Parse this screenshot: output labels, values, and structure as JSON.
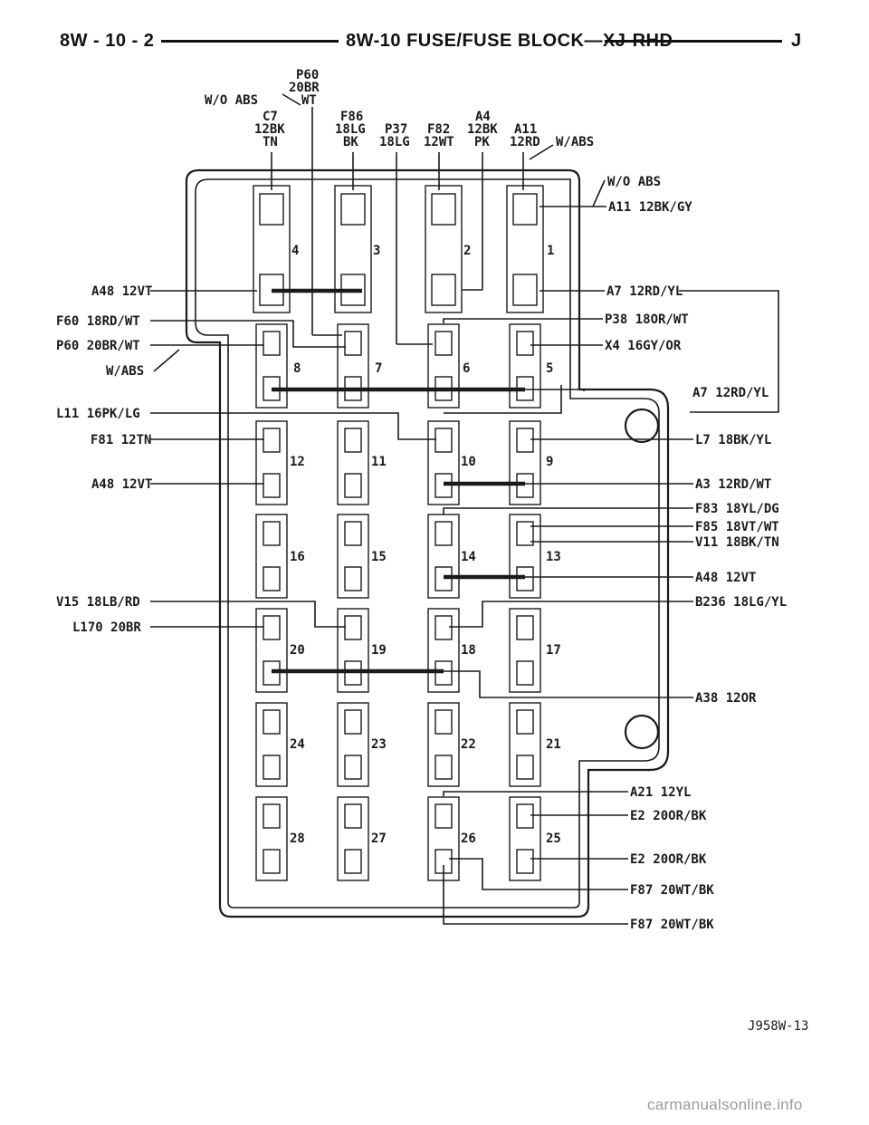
{
  "header": {
    "page_number": "8W - 10 - 2",
    "title": "8W-10 FUSE/FUSE BLOCK—XJ-RHD",
    "edition": "J"
  },
  "fuses": {
    "f1": "1",
    "f2": "2",
    "f3": "3",
    "f4": "4",
    "f5": "5",
    "f6": "6",
    "f7": "7",
    "f8": "8",
    "f9": "9",
    "f10": "10",
    "f11": "11",
    "f12": "12",
    "f13": "13",
    "f14": "14",
    "f15": "15",
    "f16": "16",
    "f17": "17",
    "f18": "18",
    "f19": "19",
    "f20": "20",
    "f21": "21",
    "f22": "22",
    "f23": "23",
    "f24": "24",
    "f25": "25",
    "f26": "26",
    "f27": "27",
    "f28": "28"
  },
  "top_wires": {
    "p60_a": "P60",
    "p60_b": "20BR",
    "p60_c": "WT",
    "wo_abs": "W/O ABS",
    "c7_a": "C7",
    "c7_b": "12BK",
    "c7_c": "TN",
    "f86_a": "F86",
    "f86_b": "18LG",
    "f86_c": "BK",
    "p37_a": "P37",
    "p37_b": "18LG",
    "f82_a": "F82",
    "f82_b": "12WT",
    "a4_a": "A4",
    "a4_b": "12BK",
    "a4_c": "PK",
    "a11_a": "A11",
    "a11_b": "12RD",
    "w_abs": "W/ABS"
  },
  "left_wires": {
    "a48_top": "A48 12VT",
    "f60": "F60 18RD/WT",
    "p60": "P60 20BR/WT",
    "w_abs": "W/ABS",
    "l11": "L11 16PK/LG",
    "f81": "F81 12TN",
    "a48_mid": "A48 12VT",
    "v15": "V15 18LB/RD",
    "l170": "L170 20BR"
  },
  "right_wires": {
    "wo_abs": "W/O ABS",
    "a11_gy": "A11 12BK/GY",
    "a7_top": "A7 12RD/YL",
    "p38": "P38 18OR/WT",
    "x4": "X4 16GY/OR",
    "a7_bot": "A7 12RD/YL",
    "l7": "L7 18BK/YL",
    "a3": "A3 12RD/WT",
    "f83": "F83 18YL/DG",
    "f85": "F85 18VT/WT",
    "v11": "V11 18BK/TN",
    "a48": "A48 12VT",
    "b236": "B236 18LG/YL",
    "a38": "A38 12OR",
    "a21": "A21 12YL",
    "e2_a": "E2 20OR/BK",
    "e2_b": "E2 20OR/BK",
    "f87_a": "F87 20WT/BK",
    "f87_b": "F87 20WT/BK"
  },
  "figure_ref": "J958W-13",
  "watermark": "carmanualsonline.info"
}
